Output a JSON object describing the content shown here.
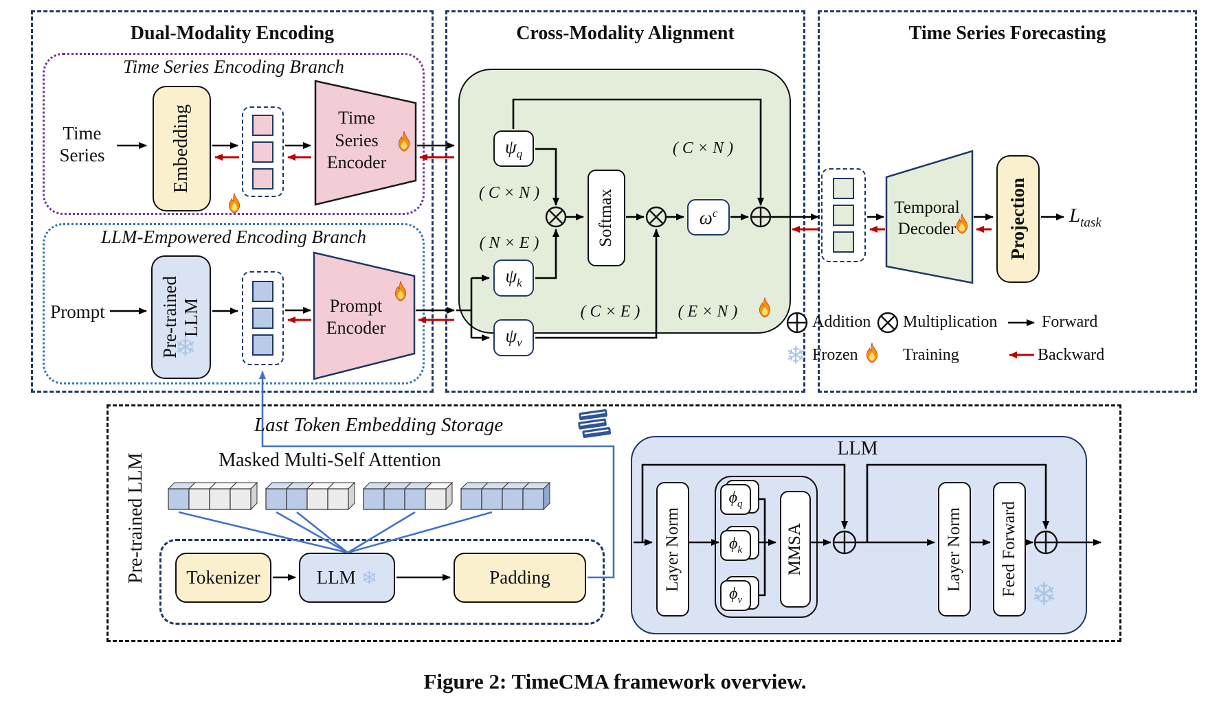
{
  "figure": {
    "caption": "Figure 2: TimeCMA framework overview."
  },
  "colors": {
    "navy_border": "#1f3864",
    "purple_dotted": "#7030a0",
    "blue_dotted": "#2e75b6",
    "green_fill": "#e4edda",
    "pink_fill": "#f2cdd5",
    "yellow_fill": "#fbf0cd",
    "lightblue_fill": "#dae3f3",
    "cube_blue": "#b9cbe6",
    "backward_red": "#c00000",
    "storage_blue": "#4472c4"
  },
  "icons": {
    "snowflake": "❄"
  },
  "panel_a": {
    "title": "Dual-Modality Encoding",
    "ts_branch": {
      "title": "Time Series Encoding Branch",
      "input": "Time Series",
      "embedding": "Embedding",
      "encoder": "Time Series Encoder"
    },
    "llm_branch": {
      "title": "LLM-Empowered Encoding Branch",
      "input": "Prompt",
      "pretrained_llm": "Pre-trained\nLLM",
      "encoder": "Prompt Encoder"
    }
  },
  "panel_b": {
    "title": "Cross-Modality Alignment",
    "psi_q": {
      "base": "ψ",
      "sub": "q"
    },
    "psi_k": {
      "base": "ψ",
      "sub": "k"
    },
    "psi_v": {
      "base": "ψ",
      "sub": "v"
    },
    "softmax": "Softmax",
    "omega": {
      "base": "ω",
      "sup": "c"
    },
    "dims": {
      "top_right": "( C × N )",
      "left_qk": "( C × N )",
      "left_ke": "( N × E )",
      "bottom_ce": "( C × E )",
      "bottom_en": "( E × N )"
    }
  },
  "panel_c": {
    "title": "Time Series Forecasting",
    "temporal_decoder": "Temporal Decoder",
    "projection": "Projection",
    "loss": {
      "base": "L",
      "sub": "task"
    },
    "legend": {
      "addition": "Addition",
      "multiplication": "Multiplication",
      "forward": "Forward",
      "frozen": "Frozen",
      "training": "Training",
      "backward": "Backward"
    }
  },
  "bottom": {
    "side_label": "Pre-trained LLM",
    "storage_title": "Last Token Embedding Storage",
    "attention_title": "Masked Multi-Self Attention",
    "attention_groups": [
      [
        1,
        0,
        0,
        0
      ],
      [
        1,
        1,
        0,
        0
      ],
      [
        1,
        1,
        1,
        0
      ],
      [
        1,
        1,
        1,
        1
      ]
    ],
    "tokenizer": "Tokenizer",
    "llm": "LLM",
    "padding": "Padding",
    "llm_block": {
      "title": "LLM",
      "layer_norm": "Layer Norm",
      "phi_q": {
        "base": "ϕ",
        "sub": "q"
      },
      "phi_k": {
        "base": "ϕ",
        "sub": "k"
      },
      "phi_v": {
        "base": "ϕ",
        "sub": "v"
      },
      "mmsa": "MMSA",
      "feed_forward": "Feed Forward"
    }
  }
}
